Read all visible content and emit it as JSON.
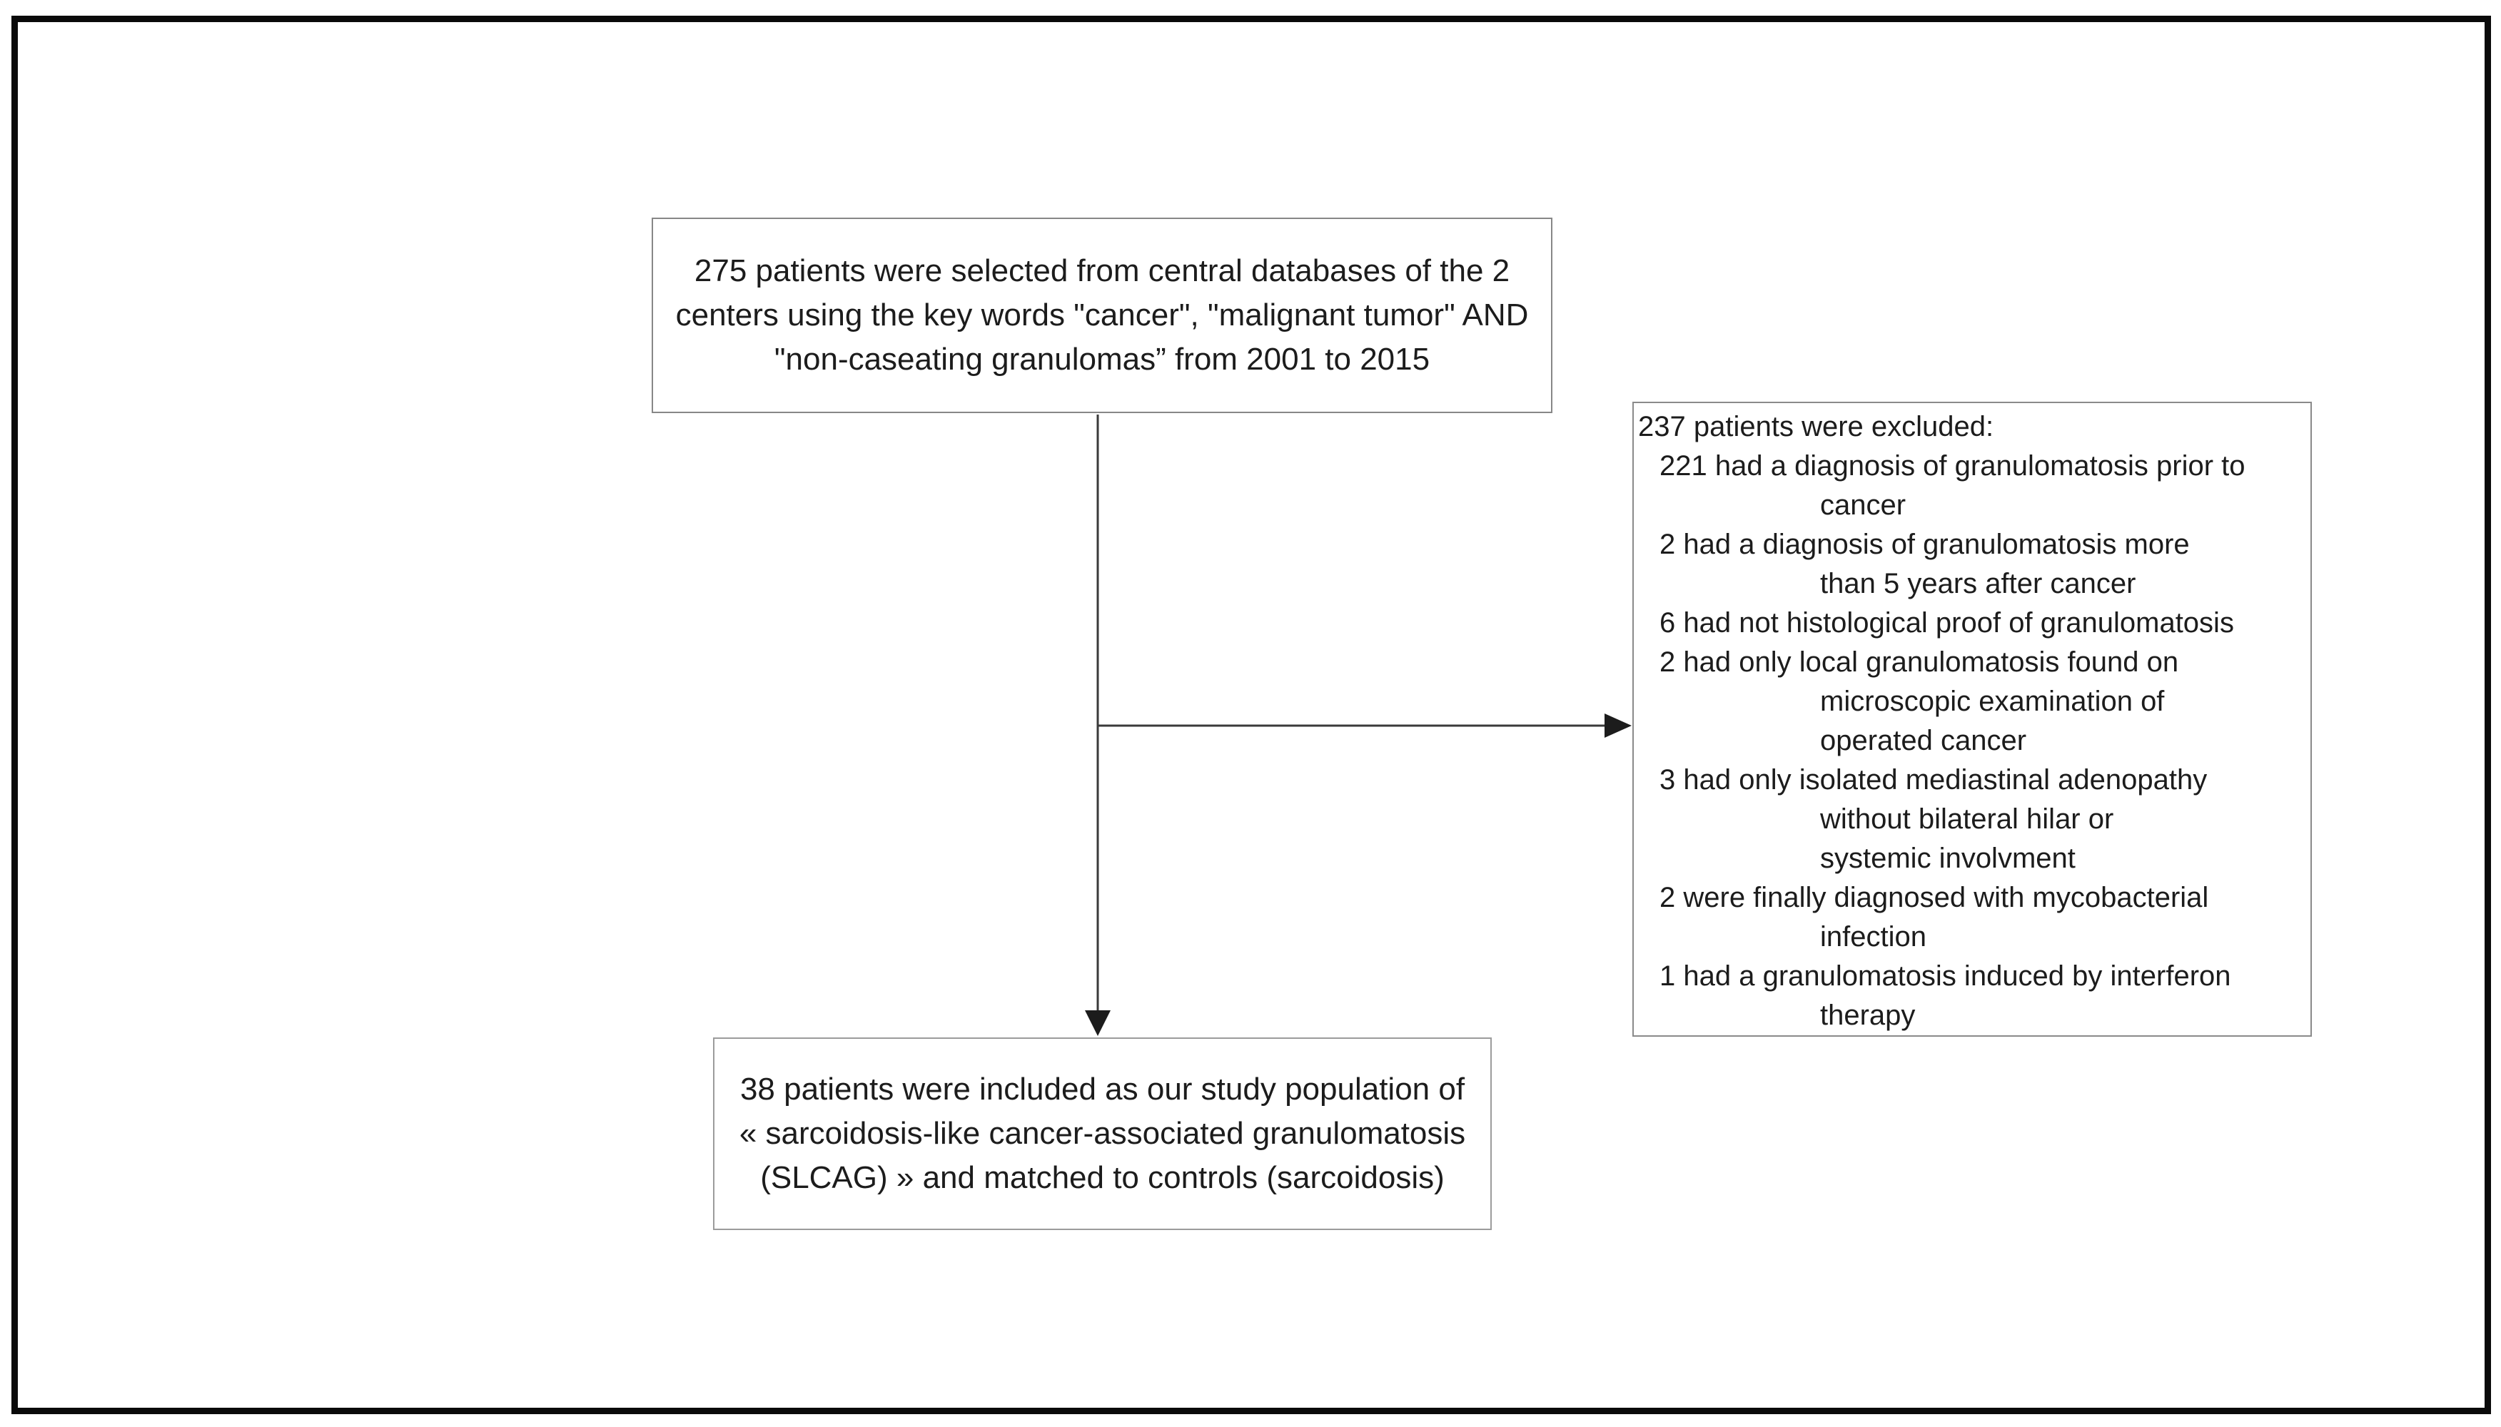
{
  "colors": {
    "text": "#1c1c1c",
    "box_border": "#878787",
    "connector": "#3a3a3a",
    "frame": "#0a0a0a"
  },
  "top_box": {
    "lines": [
      "275 patients were selected from central databases of the 2",
      "centers using the key words \"cancer\", \"malignant tumor\" AND",
      "\"non-caseating granulomas” from 2001 to 2015"
    ]
  },
  "exclusion_box": {
    "lines": [
      {
        "text": "237 patients were excluded:",
        "indent": "head"
      },
      {
        "text": "221 had a diagnosis of granulomatosis prior to",
        "indent": "item"
      },
      {
        "text": "cancer",
        "indent": "cont"
      },
      {
        "text": "2 had a diagnosis of granulomatosis more",
        "indent": "item"
      },
      {
        "text": "than 5 years after cancer",
        "indent": "cont"
      },
      {
        "text": "6 had not histological proof of granulomatosis",
        "indent": "item"
      },
      {
        "text": "2 had only local granulomatosis found on",
        "indent": "item"
      },
      {
        "text": "microscopic examination of",
        "indent": "cont"
      },
      {
        "text": "operated cancer",
        "indent": "cont"
      },
      {
        "text": "3 had only isolated mediastinal adenopathy",
        "indent": "item"
      },
      {
        "text": "without bilateral hilar or",
        "indent": "cont"
      },
      {
        "text": "systemic involvment",
        "indent": "cont"
      },
      {
        "text": "2 were finally diagnosed with mycobacterial",
        "indent": "item"
      },
      {
        "text": "infection",
        "indent": "cont"
      },
      {
        "text": "1 had a granulomatosis induced by interferon",
        "indent": "item"
      },
      {
        "text": "therapy",
        "indent": "cont"
      }
    ]
  },
  "bottom_box": {
    "lines": [
      "38 patients were included as our study population of",
      "« sarcoidosis-like cancer-associated granulomatosis",
      "(SLCAG) » and matched to controls (sarcoidosis)"
    ]
  }
}
